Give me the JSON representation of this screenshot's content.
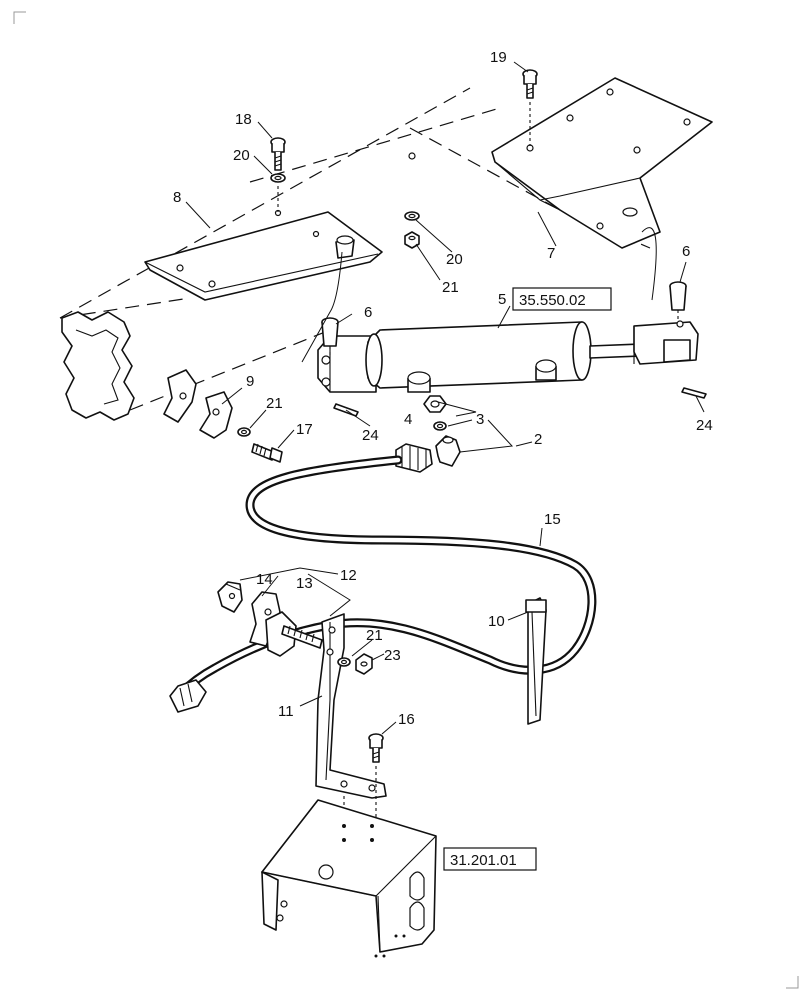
{
  "callouts": {
    "c2": "2",
    "c3": "3",
    "c4": "4",
    "c5": "5",
    "c6a": "6",
    "c6b": "6",
    "c7": "7",
    "c8": "8",
    "c9": "9",
    "c10": "10",
    "c11": "11",
    "c12": "12",
    "c13": "13",
    "c14": "14",
    "c15": "15",
    "c16": "16",
    "c17": "17",
    "c18": "18",
    "c19": "19",
    "c20a": "20",
    "c20b": "20",
    "c21a": "21",
    "c21b": "21",
    "c21c": "21",
    "c23": "23",
    "c24a": "24",
    "c24b": "24"
  },
  "references": {
    "cylinder_ref": "35.550.02",
    "bracket_ref": "31.201.01"
  }
}
